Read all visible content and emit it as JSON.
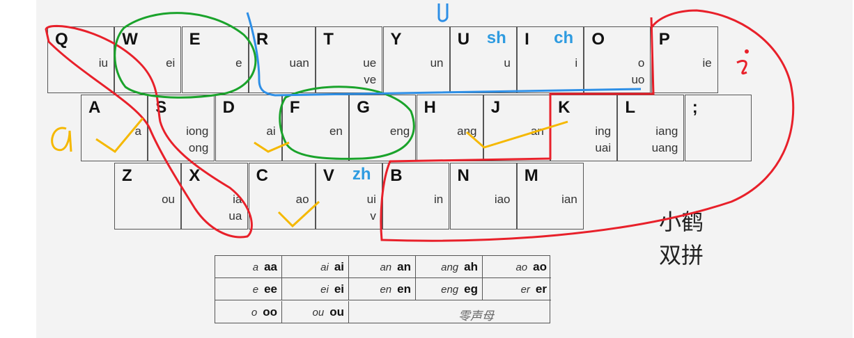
{
  "rows": [
    {
      "keys": [
        {
          "letter": "Q",
          "finals": [
            "iu"
          ],
          "initial": ""
        },
        {
          "letter": "W",
          "finals": [
            "ei"
          ],
          "initial": ""
        },
        {
          "letter": "E",
          "finals": [
            "e"
          ],
          "initial": ""
        },
        {
          "letter": "R",
          "finals": [
            "uan"
          ],
          "initial": ""
        },
        {
          "letter": "T",
          "finals": [
            "ue",
            "ve"
          ],
          "initial": ""
        },
        {
          "letter": "Y",
          "finals": [
            "un"
          ],
          "initial": ""
        },
        {
          "letter": "U",
          "finals": [
            "u"
          ],
          "initial": "sh"
        },
        {
          "letter": "I",
          "finals": [
            "i"
          ],
          "initial": "ch"
        },
        {
          "letter": "O",
          "finals": [
            "o",
            "uo"
          ],
          "initial": ""
        },
        {
          "letter": "P",
          "finals": [
            "ie"
          ],
          "initial": ""
        }
      ]
    },
    {
      "keys": [
        {
          "letter": "A",
          "finals": [
            "a"
          ],
          "initial": ""
        },
        {
          "letter": "S",
          "finals": [
            "iong",
            "ong"
          ],
          "initial": ""
        },
        {
          "letter": "D",
          "finals": [
            "ai"
          ],
          "initial": ""
        },
        {
          "letter": "F",
          "finals": [
            "en"
          ],
          "initial": ""
        },
        {
          "letter": "G",
          "finals": [
            "eng"
          ],
          "initial": ""
        },
        {
          "letter": "H",
          "finals": [
            "ang"
          ],
          "initial": ""
        },
        {
          "letter": "J",
          "finals": [
            "an"
          ],
          "initial": ""
        },
        {
          "letter": "K",
          "finals": [
            "ing",
            "uai"
          ],
          "initial": ""
        },
        {
          "letter": "L",
          "finals": [
            "iang",
            "uang"
          ],
          "initial": ""
        },
        {
          "letter": ";",
          "finals": [],
          "initial": ""
        }
      ]
    },
    {
      "keys": [
        {
          "letter": "Z",
          "finals": [
            "ou"
          ],
          "initial": ""
        },
        {
          "letter": "X",
          "finals": [
            "ia",
            "ua"
          ],
          "initial": ""
        },
        {
          "letter": "C",
          "finals": [
            "ao"
          ],
          "initial": ""
        },
        {
          "letter": "V",
          "finals": [
            "ui",
            "v"
          ],
          "initial": "zh"
        },
        {
          "letter": "B",
          "finals": [
            "in"
          ],
          "initial": ""
        },
        {
          "letter": "N",
          "finals": [
            "iao"
          ],
          "initial": ""
        },
        {
          "letter": "M",
          "finals": [
            "ian"
          ],
          "initial": ""
        }
      ]
    }
  ],
  "zero_initial": {
    "rows": [
      [
        {
          "final": "a",
          "code": "aa"
        },
        {
          "final": "ai",
          "code": "ai"
        },
        {
          "final": "an",
          "code": "an"
        },
        {
          "final": "ang",
          "code": "ah"
        },
        {
          "final": "ao",
          "code": "ao"
        }
      ],
      [
        {
          "final": "e",
          "code": "ee"
        },
        {
          "final": "ei",
          "code": "ei"
        },
        {
          "final": "en",
          "code": "en"
        },
        {
          "final": "eng",
          "code": "eg"
        },
        {
          "final": "er",
          "code": "er"
        }
      ],
      [
        {
          "final": "o",
          "code": "oo"
        },
        {
          "final": "ou",
          "code": "ou"
        }
      ]
    ],
    "label": "零声母"
  },
  "brand": {
    "line1": "小鹤",
    "line2": "双拼"
  },
  "annotations": {
    "top_u": "U",
    "i_mark": "i",
    "a_mark": "a",
    "colors": {
      "red": "#e8202a",
      "green": "#1aa32b",
      "blue": "#2e8fe6",
      "orange": "#f5b800"
    }
  }
}
